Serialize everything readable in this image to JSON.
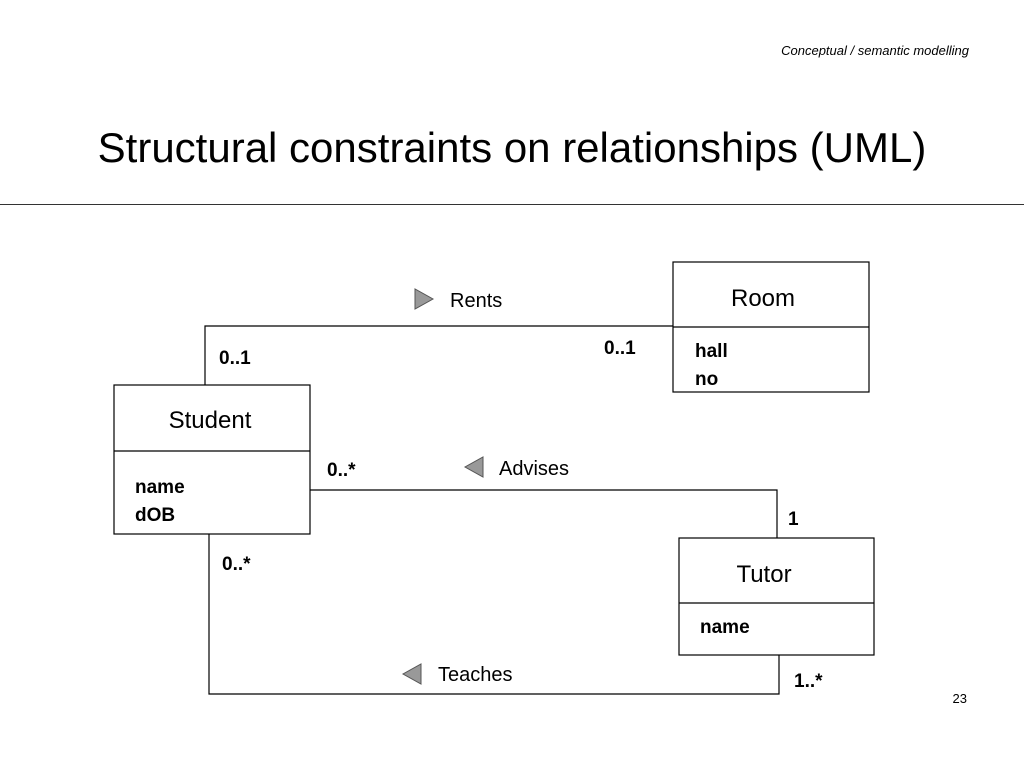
{
  "slide": {
    "section": "Conceptual / semantic modelling",
    "title": "Structural constraints on relationships (UML)",
    "page_number": "23"
  },
  "classes": {
    "room": {
      "name": "Room",
      "attributes": [
        "hall",
        "no"
      ]
    },
    "student": {
      "name": "Student",
      "attributes": [
        "name",
        "dOB"
      ]
    },
    "tutor": {
      "name": "Tutor",
      "attributes": [
        "name"
      ]
    }
  },
  "relationships": {
    "rents": {
      "label": "Rents",
      "student_end": "0..1",
      "room_end": "0..1",
      "direction": "right"
    },
    "advises": {
      "label": "Advises",
      "student_end": "0..*",
      "tutor_end": "1",
      "direction": "left"
    },
    "teaches": {
      "label": "Teaches",
      "student_end": "0..*",
      "tutor_end": "1..*",
      "direction": "left"
    }
  },
  "colors": {
    "line": "#000000",
    "arrow_fill": "#999999",
    "arrow_stroke": "#555555"
  }
}
